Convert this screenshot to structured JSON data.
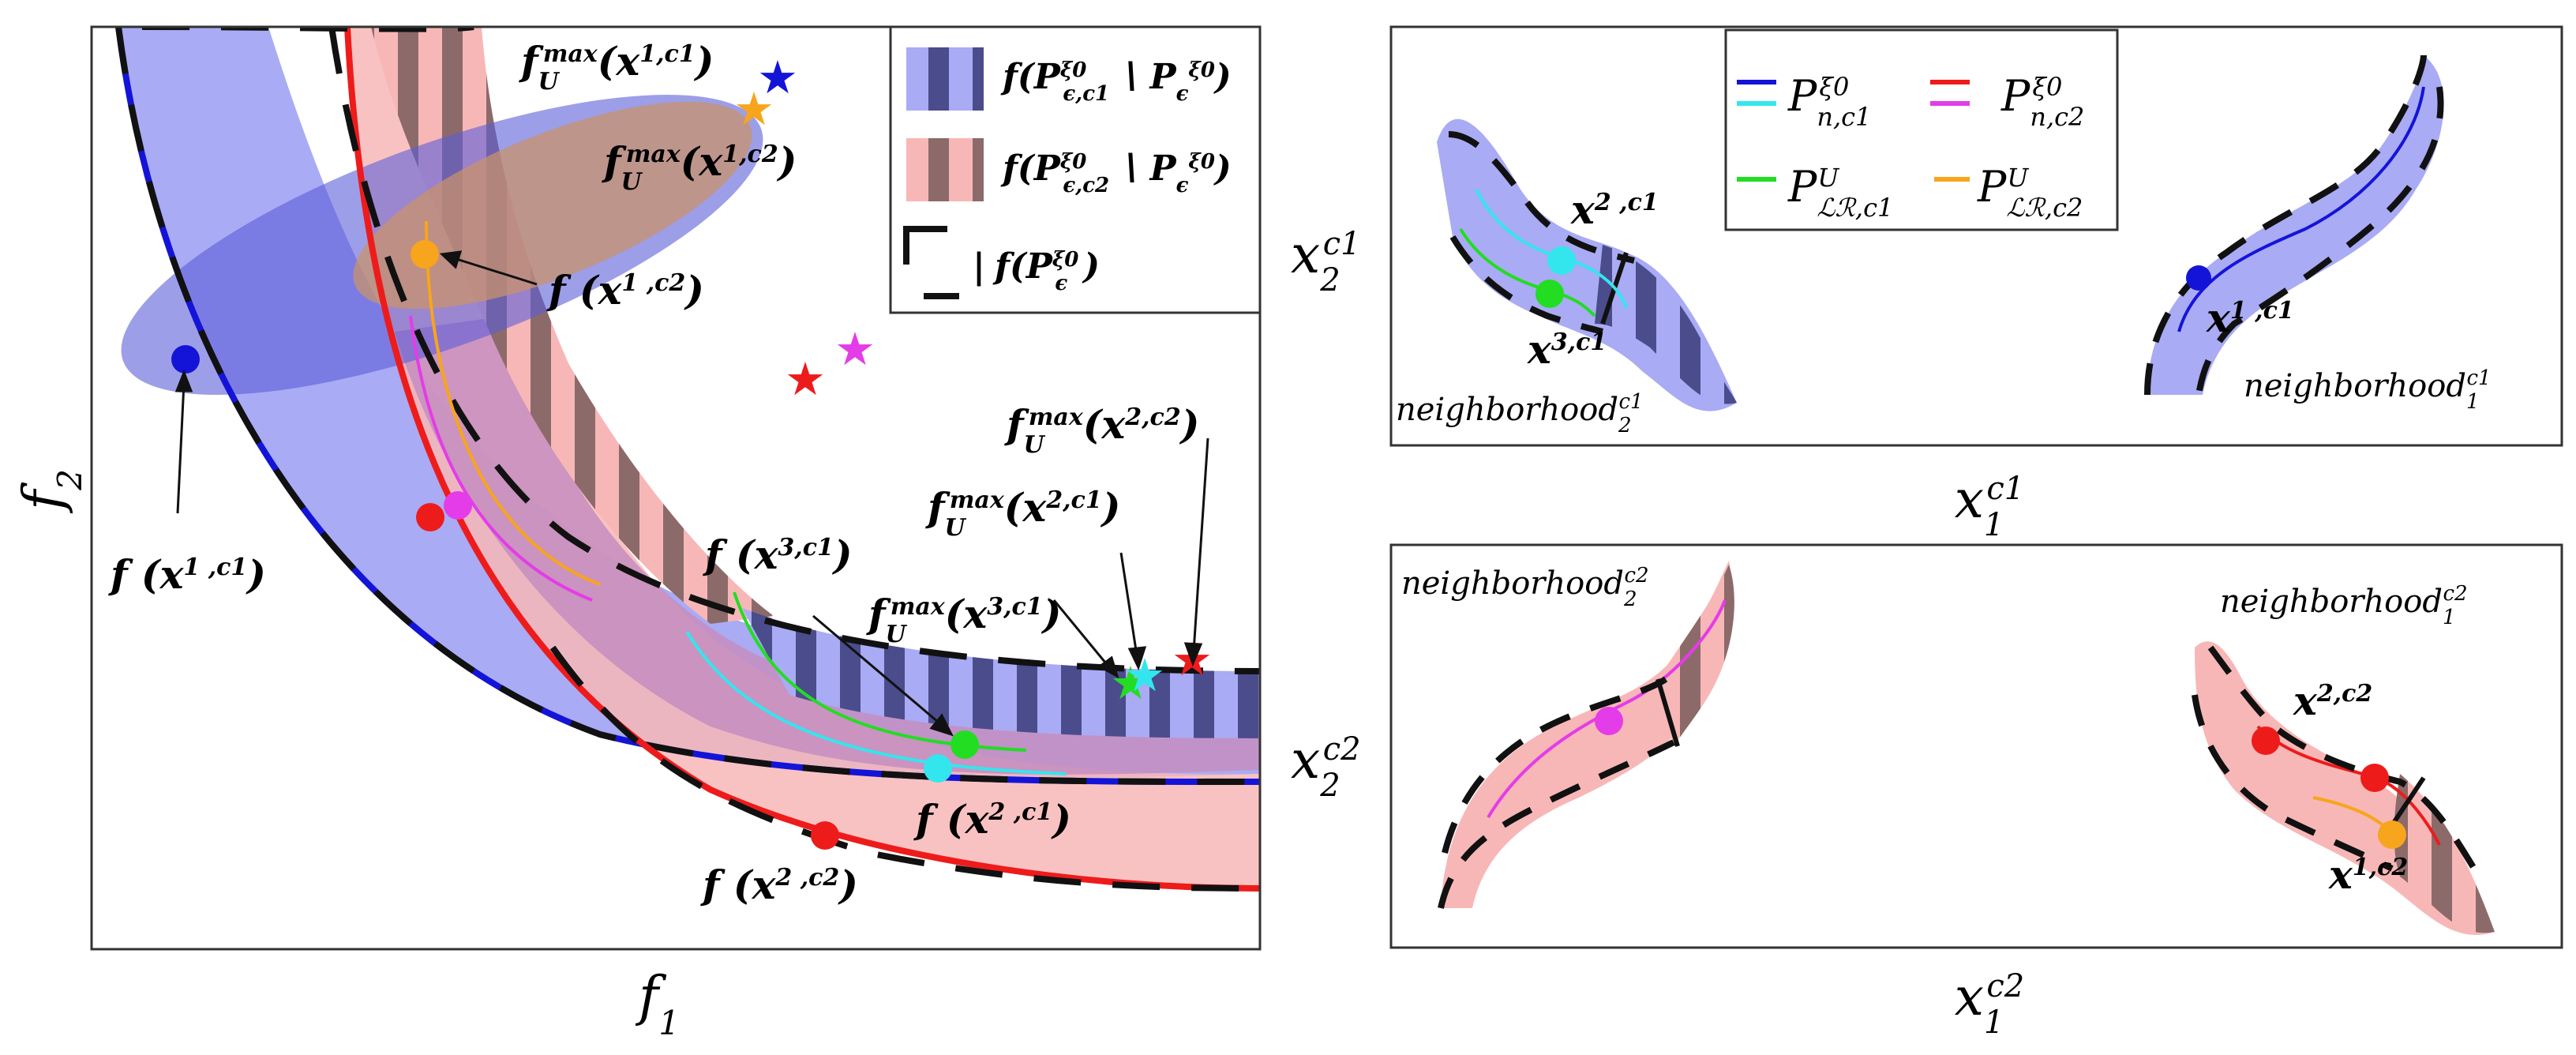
{
  "colors": {
    "blue": "#1414d8",
    "blue_band": "#a9abf4",
    "blue_stripe": "#4b4c8c",
    "red": "#ee1b1b",
    "red_band": "#f8b7b7",
    "red_stripe": "#8c6a6a",
    "cyan": "#33e6ee",
    "magenta": "#e43ce8",
    "green": "#22dd22",
    "orange": "#f7a51c",
    "ellipse_blue": "#5b5ed8",
    "ellipse_orange": "#c8926c",
    "black": "#111111"
  },
  "left": {
    "axis_x": "f",
    "axis_x_sub": "1",
    "axis_y": "f",
    "axis_y_sub": "2",
    "legend": {
      "item1_text": "f(P",
      "item1_sup": "ξ0",
      "item1_sub": "ϵ,c1",
      "item1_tail": "∖ P",
      "item1_tail_sub": "ϵ",
      "item1_tail_sup": "ξ0",
      "item1_close": ")",
      "item2_text": "f(P",
      "item2_sup": "ξ0",
      "item2_sub": "ϵ,c2",
      "item2_tail": "∖ P",
      "item2_tail_sub": "ϵ",
      "item2_tail_sup": "ξ0",
      "item2_close": ")",
      "item3_sep": "|",
      "item3_text": "f(P",
      "item3_sup": "ξ0",
      "item3_sub": "ϵ",
      "item3_close": ")"
    },
    "labels": {
      "fmax_x1c1": "f",
      "fmax_x1c1_sub": "U",
      "fmax_x1c1_sup": "max",
      "fmax_x1c1_arg": "(x",
      "fmax_x1c1_argsup": "1,c1",
      "fmax_x1c1_close": ")",
      "fmax_x1c2": "f",
      "fmax_x1c2_sub": "U",
      "fmax_x1c2_sup": "max",
      "fmax_x1c2_arg": "(x",
      "fmax_x1c2_argsup": "1,c2",
      "fmax_x1c2_close": ")",
      "f_x1c2": "f (x",
      "f_x1c2_sup": "1 ,c2",
      "f_x1c2_close": ")",
      "f_x1c1": "f (x",
      "f_x1c1_sup": "1 ,c1",
      "f_x1c1_close": ")",
      "fmax_x2c2": "f",
      "fmax_x2c2_sub": "U",
      "fmax_x2c2_sup": "max",
      "fmax_x2c2_arg": "(x",
      "fmax_x2c2_argsup": "2,c2",
      "fmax_x2c2_close": ")",
      "fmax_x2c1": "f",
      "fmax_x2c1_sub": "U",
      "fmax_x2c1_sup": "max",
      "fmax_x2c1_arg": "(x",
      "fmax_x2c1_argsup": "2,c1",
      "fmax_x2c1_close": ")",
      "f_x3c1": "f (x",
      "f_x3c1_sup": "3,c1",
      "f_x3c1_close": ")",
      "fmax_x3c1": "f",
      "fmax_x3c1_sub": "U",
      "fmax_x3c1_sup": "max",
      "fmax_x3c1_arg": "(x",
      "fmax_x3c1_argsup": "3,c1",
      "fmax_x3c1_close": ")",
      "f_x2c1": "f (x",
      "f_x2c1_sup": "2 ,c1",
      "f_x2c1_close": ")",
      "f_x2c2": "f (x",
      "f_x2c2_sup": "2 ,c2",
      "f_x2c2_close": ")"
    }
  },
  "top_right": {
    "axis_x": "x",
    "axis_x_sub": "1",
    "axis_x_sup": "c1",
    "axis_y": "x",
    "axis_y_sub": "2",
    "axis_y_sup": "c1",
    "legend": {
      "p1": "P",
      "p1_sub": "n,c1",
      "p1_sup": "ξ0",
      "p2": "P",
      "p2_sub": "n,c2",
      "p2_sup": "ξ0",
      "p3": "P",
      "p3_sub": "ℒℛ,c1",
      "p3_sup": "U",
      "p4": "P",
      "p4_sub": "ℒℛ,c2",
      "p4_sup": "U"
    },
    "x2c1": "x",
    "x2c1_sup": "2 ,c1",
    "x3c1": "x",
    "x3c1_sup": "3,c1",
    "x1c1": "x",
    "x1c1_sup": "1 ,c1",
    "nb2": "neighborhood",
    "nb2_sub": "2",
    "nb2_sup": "c1",
    "nb1": "neighborhood",
    "nb1_sub": "1",
    "nb1_sup": "c1"
  },
  "bottom_right": {
    "axis_x": "x",
    "axis_x_sub": "1",
    "axis_x_sup": "c2",
    "axis_y": "x",
    "axis_y_sub": "2",
    "axis_y_sup": "c2",
    "nb2": "neighborhood",
    "nb2_sub": "2",
    "nb2_sup": "c2",
    "nb1": "neighborhood",
    "nb1_sub": "1",
    "nb1_sup": "c2",
    "x2c2": "x",
    "x2c2_sup": "2,c2",
    "x1c2": "x",
    "x1c2_sup": "1,c2"
  }
}
